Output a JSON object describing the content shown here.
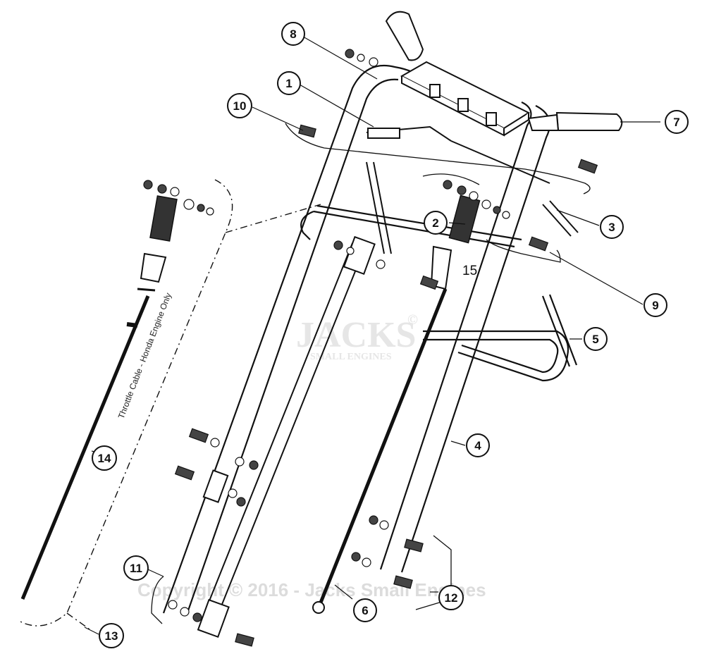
{
  "diagram": {
    "callouts": [
      "1",
      "2",
      "3",
      "4",
      "5",
      "6",
      "7",
      "8",
      "9",
      "10",
      "11",
      "12",
      "13",
      "14"
    ],
    "extra_label": "15",
    "cable_note": "Throttle Cable - Honda Engine Only",
    "watermark_brand": "JACKS",
    "watermark_sub": "SMALL ENGINES",
    "watermark_reg": "©",
    "copyright": "Copyright © 2016 - Jacks Small Engines"
  }
}
